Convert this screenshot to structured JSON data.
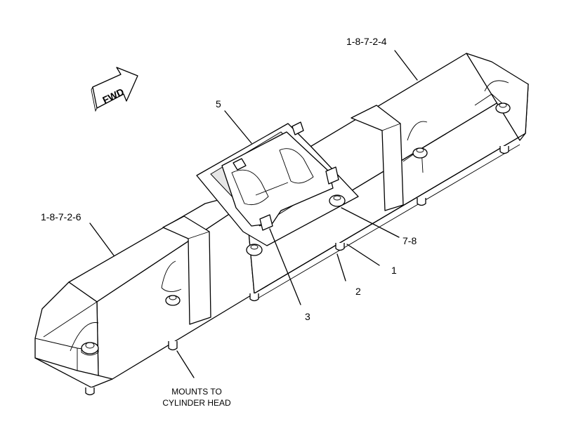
{
  "callouts": {
    "c_1872_4": "1-8-7-2-4",
    "c_5": "5",
    "c_1872_6": "1-8-7-2-6",
    "c_78": "7-8",
    "c_1": "1",
    "c_2": "2",
    "c_3": "3"
  },
  "arrow_text": "FWD",
  "note": {
    "line1": "MOUNTS TO",
    "line2": "CYLINDER HEAD"
  }
}
